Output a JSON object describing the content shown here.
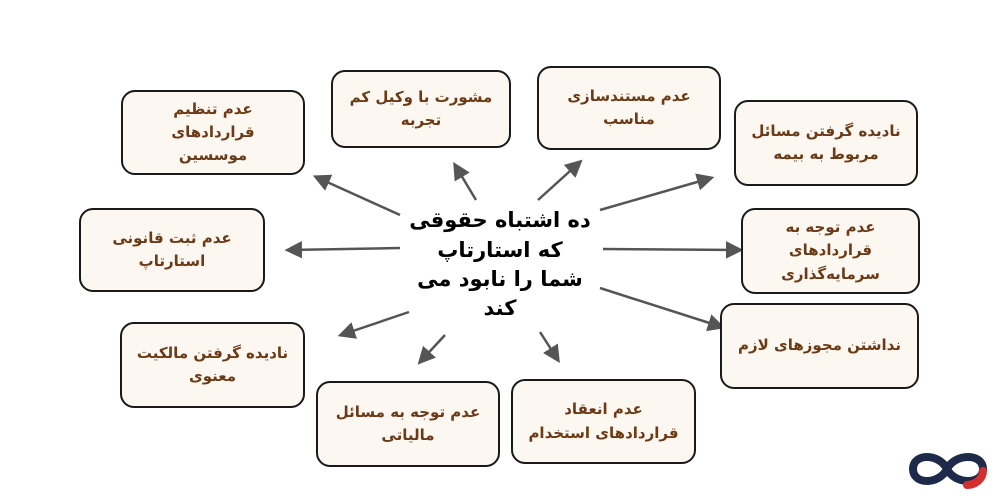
{
  "center": {
    "title": "ده اشتباه حقوقی\nکه استارتاپ\nشما را نابود می\nکند"
  },
  "items": [
    {
      "key": "investor-contracts",
      "text": "عدم تنظیم\nقراردادهای موسسین"
    },
    {
      "key": "experienced-lawyer",
      "text": "مشورت با وکیل کم\nتجربه"
    },
    {
      "key": "documentation",
      "text": "عدم مستندسازی\nمناسب"
    },
    {
      "key": "insurance",
      "text": "نادیده گرفتن مسائل\nمربوط به بیمه"
    },
    {
      "key": "company-registration",
      "text": "عدم ثبت قانونی\nاستارتاپ"
    },
    {
      "key": "investment-contracts",
      "text": "عدم توجه به\nقراردادهای\nسرمایه‌گذاری"
    },
    {
      "key": "licenses",
      "text": "نداشتن مجوزهای لازم"
    },
    {
      "key": "intellectual-property",
      "text": "نادیده گرفتن مالکیت\nمعنوی"
    },
    {
      "key": "tax-issues",
      "text": "عدم توجه به مسائل\nمالیاتی"
    },
    {
      "key": "employment-contracts",
      "text": "عدم انعقاد\nقراردادهای استخدام"
    }
  ],
  "colors": {
    "box_fill": "#fdf7f1",
    "box_border": "#1a1a1a",
    "box_text": "#6b3a16",
    "arrow": "#555555",
    "logo_dark": "#1d2a4a",
    "logo_accent": "#d32f2f"
  },
  "logo": {
    "icon": "infinity-logo-icon"
  }
}
